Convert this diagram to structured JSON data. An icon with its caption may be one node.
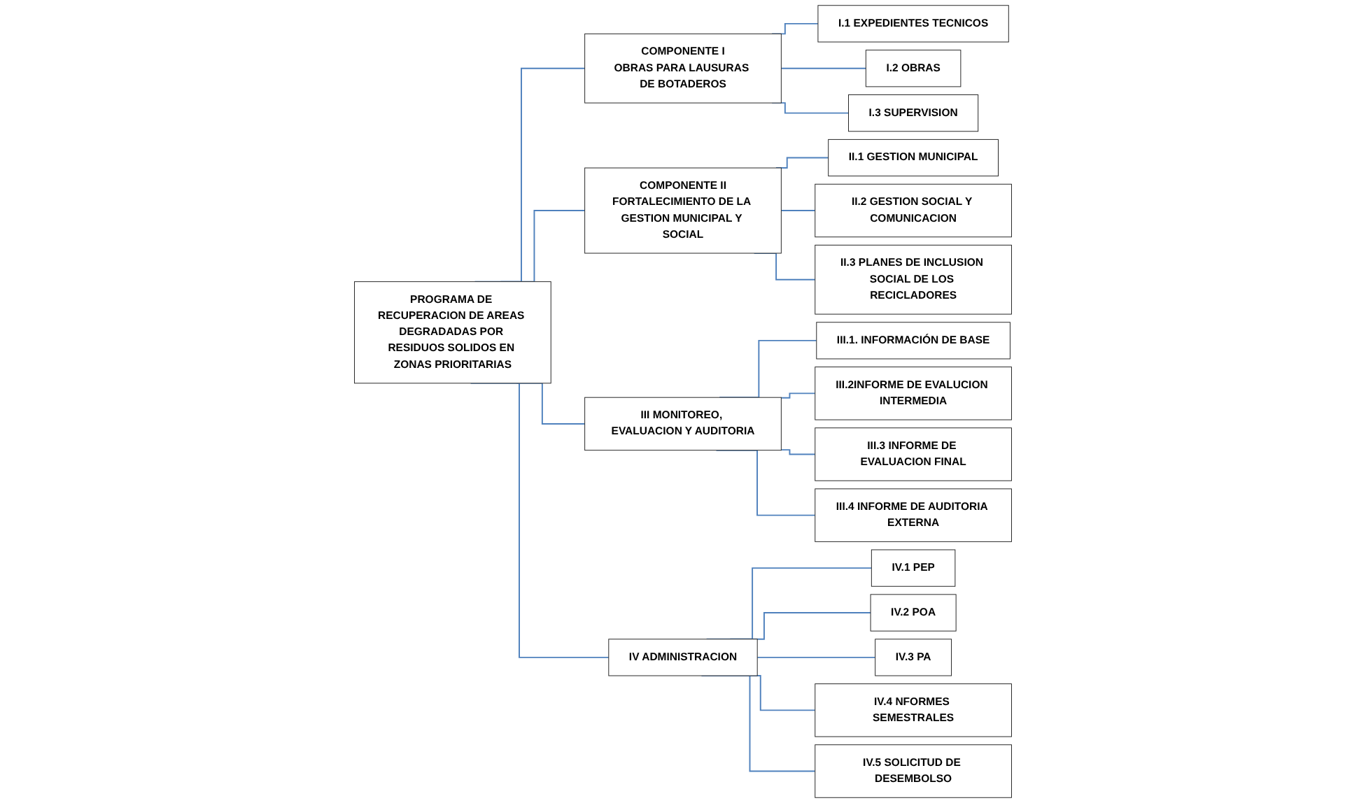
{
  "diagram": {
    "nodes": [
      {
        "text": [
          "PROGRAMA DE RECUPERACION DE AREAS DEGRADADAS POR RESIDUOS SOLIDOS EN ZONAS PRIORITARIAS"
        ]
      },
      {
        "text": [
          "COMPONENTE I",
          "OBRAS PARA LAUSURAS DE BOTADEROS"
        ]
      },
      {
        "text": [
          "I.1 EXPEDIENTES TECNICOS"
        ]
      },
      {
        "text": [
          "I.2 OBRAS"
        ]
      },
      {
        "text": [
          "I.3 SUPERVISION"
        ]
      },
      {
        "text": [
          "COMPONENTE II",
          "FORTALECIMIENTO DE LA GESTION MUNICIPAL Y SOCIAL"
        ]
      },
      {
        "text": [
          "II.1 GESTION MUNICIPAL"
        ]
      },
      {
        "text": [
          "II.2 GESTION SOCIAL Y COMUNICACION"
        ]
      },
      {
        "text": [
          "II.3 PLANES DE INCLUSION SOCIAL DE LOS RECICLADORES"
        ]
      },
      {
        "text": [
          "III MONITOREO, EVALUACION Y AUDITORIA"
        ]
      },
      {
        "text": [
          "III.1. INFORMACIÓN DE BASE"
        ]
      },
      {
        "text": [
          "III.2INFORME DE EVALUCION INTERMEDIA"
        ]
      },
      {
        "text": [
          "III.3 INFORME DE EVALUACION FINAL"
        ]
      },
      {
        "text": [
          "III.4 INFORME DE AUDITORIA EXTERNA"
        ]
      },
      {
        "text": [
          "IV ADMINISTRACION"
        ]
      },
      {
        "text": [
          "IV.1 PEP"
        ]
      },
      {
        "text": [
          "IV.2 POA"
        ]
      },
      {
        "text": [
          "IV.3 PA"
        ]
      },
      {
        "text": [
          "IV.4 NFORMES SEMESTRALES"
        ]
      },
      {
        "text": [
          "IV.5 SOLICITUD DE DESEMBOLSO"
        ]
      }
    ],
    "edges": [
      {
        "from": 0,
        "to": 1,
        "arrow": "none"
      },
      {
        "from": 0,
        "to": 5,
        "arrow": "none"
      },
      {
        "from": 0,
        "to": 9,
        "arrow": "none"
      },
      {
        "from": 0,
        "to": 14,
        "arrow": "none"
      },
      {
        "from": 1,
        "to": 2,
        "arrow": "none"
      },
      {
        "from": 1,
        "to": 3,
        "arrow": "none"
      },
      {
        "from": 1,
        "to": 4,
        "arrow": "none"
      },
      {
        "from": 5,
        "to": 6,
        "arrow": "none"
      },
      {
        "from": 5,
        "to": 7,
        "arrow": "none"
      },
      {
        "from": 5,
        "to": 8,
        "arrow": "none"
      },
      {
        "from": 9,
        "to": 10,
        "arrow": "none"
      },
      {
        "from": 9,
        "to": 11,
        "arrow": "none"
      },
      {
        "from": 9,
        "to": 12,
        "arrow": "none"
      },
      {
        "from": 9,
        "to": 13,
        "arrow": "none"
      },
      {
        "from": 14,
        "to": 15,
        "arrow": "none"
      },
      {
        "from": 14,
        "to": 16,
        "arrow": "none"
      },
      {
        "from": 14,
        "to": 17,
        "arrow": "none"
      },
      {
        "from": 14,
        "to": 18,
        "arrow": "none"
      },
      {
        "from": 14,
        "to": 19,
        "arrow": "none"
      }
    ]
  }
}
